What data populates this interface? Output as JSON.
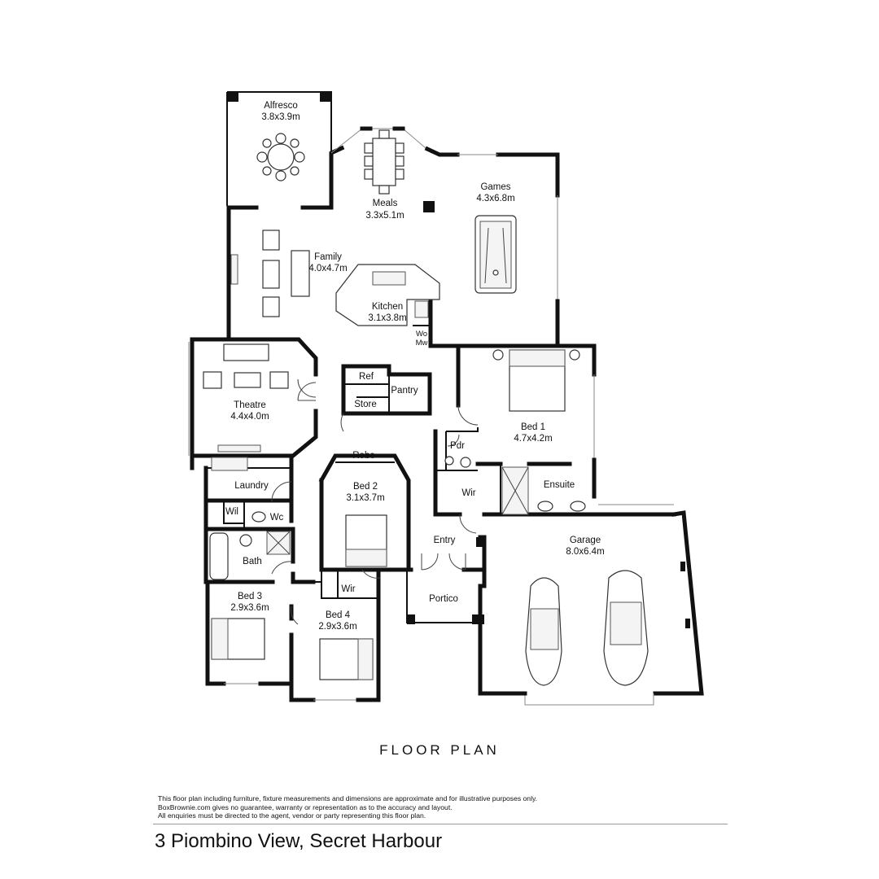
{
  "plan_title": "FLOOR PLAN",
  "disclaimer": [
    "This floor plan including furniture, fixture measurements and dimensions are approximate and for illustrative purposes only.",
    "BoxBrownie.com gives no guarantee, warranty or representation as to the accuracy and layout.",
    "All enquiries must be directed to the agent, vendor or party representing this floor plan."
  ],
  "address": "3 Piombino View, Secret Harbour",
  "rooms": {
    "alfresco": {
      "name": "Alfresco",
      "dim": "3.8x3.9m"
    },
    "meals": {
      "name": "Meals",
      "dim": "3.3x5.1m"
    },
    "games": {
      "name": "Games",
      "dim": "4.3x6.8m"
    },
    "family": {
      "name": "Family",
      "dim": "4.0x4.7m"
    },
    "kitchen": {
      "name": "Kitchen",
      "dim": "3.1x3.8m"
    },
    "wo": {
      "name": "Wo"
    },
    "mw": {
      "name": "Mw"
    },
    "theatre": {
      "name": "Theatre",
      "dim": "4.4x4.0m"
    },
    "ref": {
      "name": "Ref"
    },
    "pantry": {
      "name": "Pantry"
    },
    "store": {
      "name": "Store"
    },
    "bed1": {
      "name": "Bed 1",
      "dim": "4.7x4.2m"
    },
    "pdr": {
      "name": "Pdr"
    },
    "wir1": {
      "name": "Wir"
    },
    "ensuite": {
      "name": "Ensuite"
    },
    "laundry": {
      "name": "Laundry"
    },
    "robe": {
      "name": "Robe"
    },
    "bed2": {
      "name": "Bed 2",
      "dim": "3.1x3.7m"
    },
    "wil": {
      "name": "Wil"
    },
    "wc": {
      "name": "Wc"
    },
    "bath": {
      "name": "Bath"
    },
    "entry": {
      "name": "Entry"
    },
    "garage": {
      "name": "Garage",
      "dim": "8.0x6.4m"
    },
    "bed3": {
      "name": "Bed 3",
      "dim": "2.9x3.6m"
    },
    "wir4": {
      "name": "Wir"
    },
    "bed4": {
      "name": "Bed 4",
      "dim": "2.9x3.6m"
    },
    "portico": {
      "name": "Portico"
    }
  }
}
